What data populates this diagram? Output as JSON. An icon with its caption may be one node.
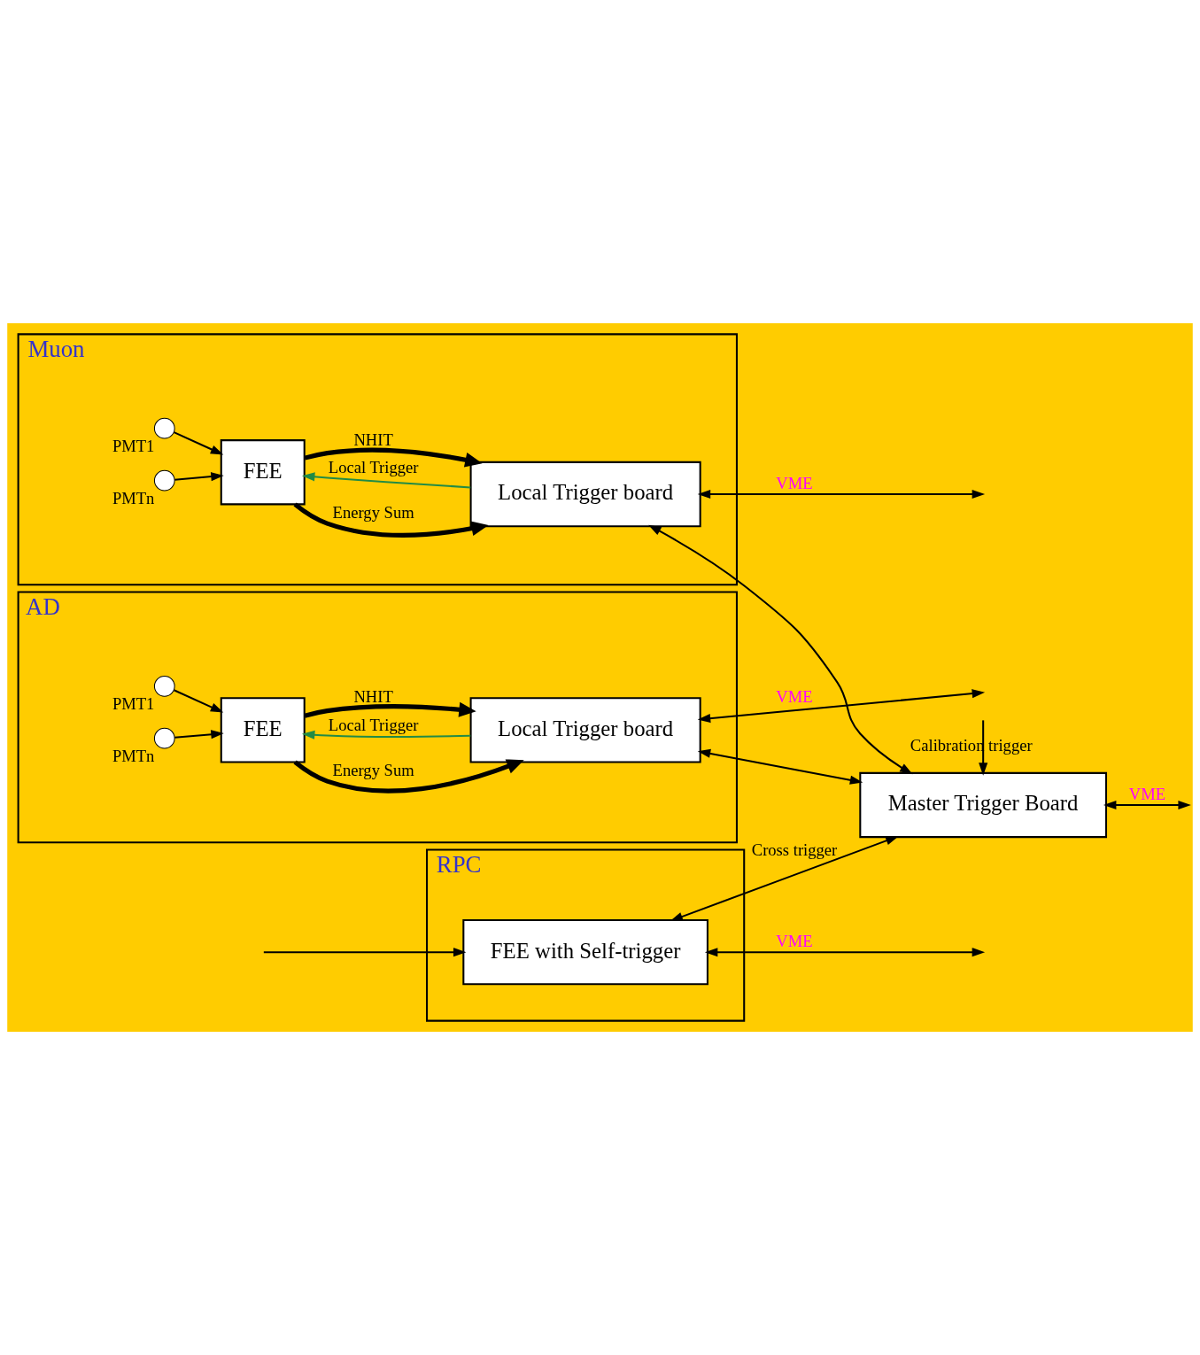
{
  "diagram": {
    "nodes": [
      {
        "text": [
          "AD"
        ]
      },
      {
        "text": [],
        "shape": "circle",
        "in": 0,
        "beside": [
          "PMT1"
        ]
      },
      {
        "text": [],
        "shape": "circle",
        "in": 0,
        "beside": [
          "PMTn"
        ]
      },
      {
        "text": [
          "FEE"
        ],
        "in": 0
      },
      {
        "text": [
          "Local Trigger board"
        ],
        "in": 0
      },
      {
        "text": [
          "Muon"
        ]
      },
      {
        "text": [],
        "shape": "circle",
        "in": 5,
        "beside": [
          "PMT1"
        ]
      },
      {
        "text": [],
        "shape": "circle",
        "in": 5,
        "beside": [
          "PMTn"
        ]
      },
      {
        "text": [
          "FEE"
        ],
        "in": 5
      },
      {
        "text": [
          "Local Trigger board"
        ],
        "in": 5
      },
      {
        "text": [
          "RPC"
        ]
      },
      {
        "text": [
          "FEE with Self-trigger"
        ],
        "in": 10
      },
      {
        "text": [
          "Master Trigger Board"
        ]
      }
    ],
    "edges": [
      {
        "from": 1,
        "to": 3,
        "arrow": "to"
      },
      {
        "from": 2,
        "to": 3,
        "arrow": "to"
      },
      {
        "from": 3,
        "to": 4,
        "arrow": "to",
        "label": "NHIT",
        "style": "thick"
      },
      {
        "from": 3,
        "to": 4,
        "arrow": "to",
        "label": "Energy Sum",
        "style": "thick"
      },
      {
        "from": 4,
        "to": 3,
        "arrow": "to",
        "label": "Local Trigger",
        "color": "#228b45"
      },
      {
        "from": 4,
        "to": null,
        "arrow": "both",
        "label": "VME"
      },
      {
        "from": 6,
        "to": 8,
        "arrow": "to"
      },
      {
        "from": 7,
        "to": 8,
        "arrow": "to"
      },
      {
        "from": 8,
        "to": 9,
        "arrow": "to",
        "label": "NHIT",
        "style": "thick"
      },
      {
        "from": 8,
        "to": 9,
        "arrow": "to",
        "label": "Energy Sum",
        "style": "thick"
      },
      {
        "from": 9,
        "to": 8,
        "arrow": "to",
        "label": "Local Trigger",
        "color": "#228b45"
      },
      {
        "from": 9,
        "to": null,
        "arrow": "both",
        "label": "VME"
      },
      {
        "from": 11,
        "to": null,
        "arrow": "both",
        "label": "VME"
      },
      {
        "from": null,
        "to": 11,
        "arrow": "to"
      },
      {
        "from": 4,
        "to": 12,
        "arrow": "both"
      },
      {
        "from": 9,
        "to": 12,
        "arrow": "both"
      },
      {
        "from": 11,
        "to": 12,
        "arrow": "both",
        "label": "Cross trigger"
      },
      {
        "from": 12,
        "to": null,
        "arrow": "both",
        "label": "VME"
      },
      {
        "from": null,
        "to": 12,
        "arrow": "to",
        "label": "Calibration trigger"
      }
    ]
  }
}
